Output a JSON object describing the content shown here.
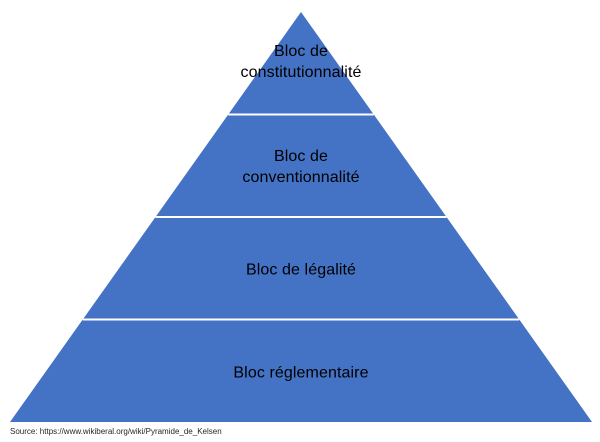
{
  "diagram": {
    "type": "pyramid",
    "levels": [
      {
        "label": "Bloc de constitutionnalité"
      },
      {
        "label": "Bloc de conventionnalité"
      },
      {
        "label": "Bloc de légalité"
      },
      {
        "label": "Bloc réglementaire"
      }
    ],
    "colors": {
      "fill": "#4472C4",
      "divider": "#FFFFFF",
      "text": "#000000"
    }
  },
  "source": {
    "text": "Source: https://www.wikiberal.org/wiki/Pyramide_de_Kelsen"
  }
}
